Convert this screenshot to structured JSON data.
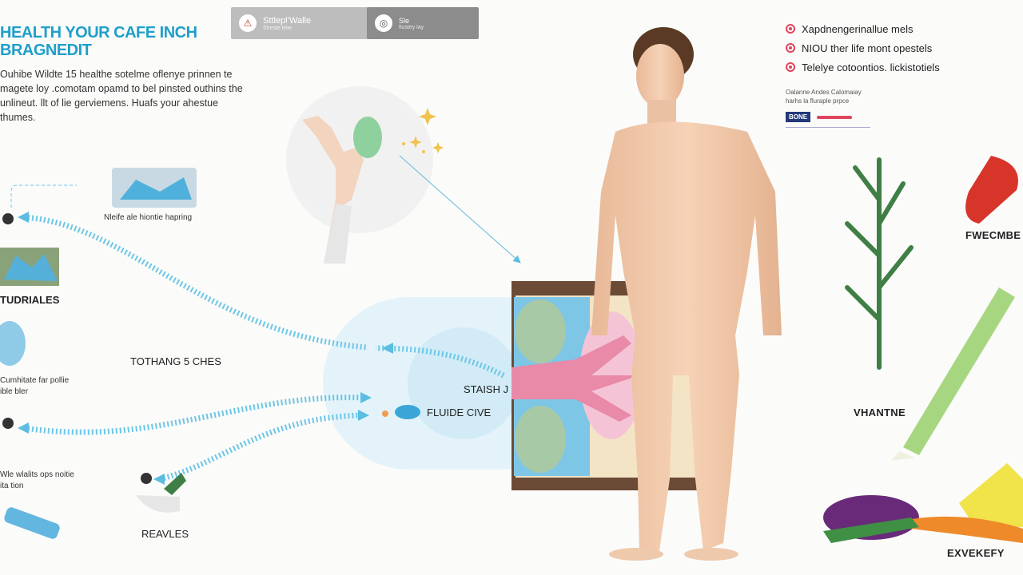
{
  "title": {
    "line1": "HEALTH YOUR CAFE INCH",
    "line2": "BRAGNEDIT"
  },
  "intro": "Ouhibe Wildte 15 healthe sotelme oflenye prinnen te magete loy .comotam opamd to bel pinsted outhins the unlineut. llt of lie gerviemens. Huafs your ahestue thumes.",
  "header_badges": [
    {
      "icon": "warning-icon",
      "title": "Sttlepl’Walle",
      "subtitle": "Sheste lelie"
    },
    {
      "icon": "globe-icon",
      "title": "Sle",
      "subtitle": "flustey lay"
    }
  ],
  "legend": [
    {
      "icon": "info-circle-icon",
      "text": "Xapdnengerinallue mels"
    },
    {
      "icon": "info-circle-icon",
      "text": "NIOU ther life mont opestels"
    },
    {
      "icon": "heart-icon",
      "text": "Telelye cotoontios. lickistotiels"
    }
  ],
  "legend_note": {
    "line1": "Oalanne Andes Calomaiay",
    "line2": "harhs la fluraple prpce",
    "badge": "BONE"
  },
  "left_labels": {
    "top_photo_caption": "Nleife ale hiontie hapring",
    "tudriales": "TUDRIALES",
    "tothang": "TOTHANG 5 CHES",
    "cumhitate": {
      "line1": "Cumhitate far pollie",
      "line2": "ible bler"
    },
    "wlsahts": {
      "line1": "Wle wlalits ops noitie",
      "line2": "ita tion"
    },
    "reavles": "REAVLES"
  },
  "center_labels": {
    "staish": "STAISH J",
    "fluide": "FLUIDE CIVE"
  },
  "vegetables": {
    "pepper": "FWECMBE",
    "greens": "VHANTNE",
    "eggplant": "EXVEKEFY"
  },
  "colors": {
    "accent": "#1f9fc9",
    "arrow": "#6cc7e6",
    "pink": "#e0455d",
    "skin": "#f2c9a8"
  }
}
